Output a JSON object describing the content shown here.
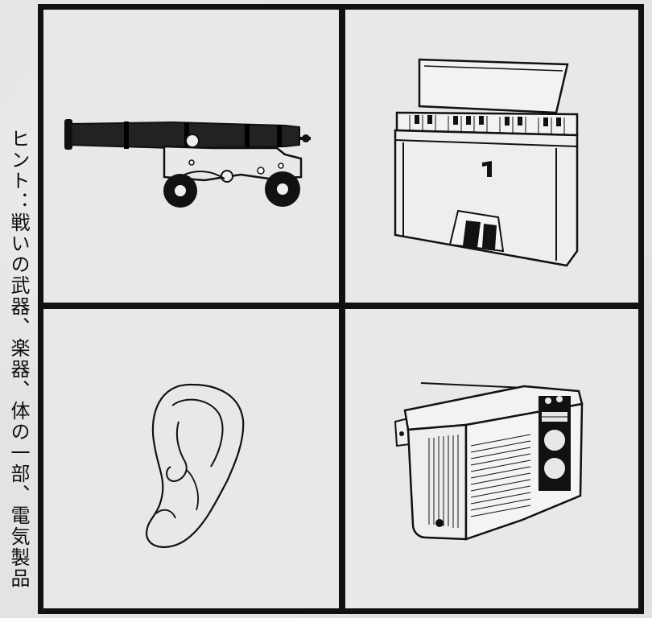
{
  "hint_text": "ヒント：戦いの武器、楽器、体の一部、電気製品",
  "panels": [
    {
      "id": "top-left",
      "subject": "cannon-icon"
    },
    {
      "id": "top-right",
      "subject": "piano-icon"
    },
    {
      "id": "bottom-left",
      "subject": "ear-icon"
    },
    {
      "id": "bottom-right",
      "subject": "radio-icon"
    }
  ],
  "colors": {
    "ink": "#111111",
    "paper": "#e6e6e6"
  }
}
